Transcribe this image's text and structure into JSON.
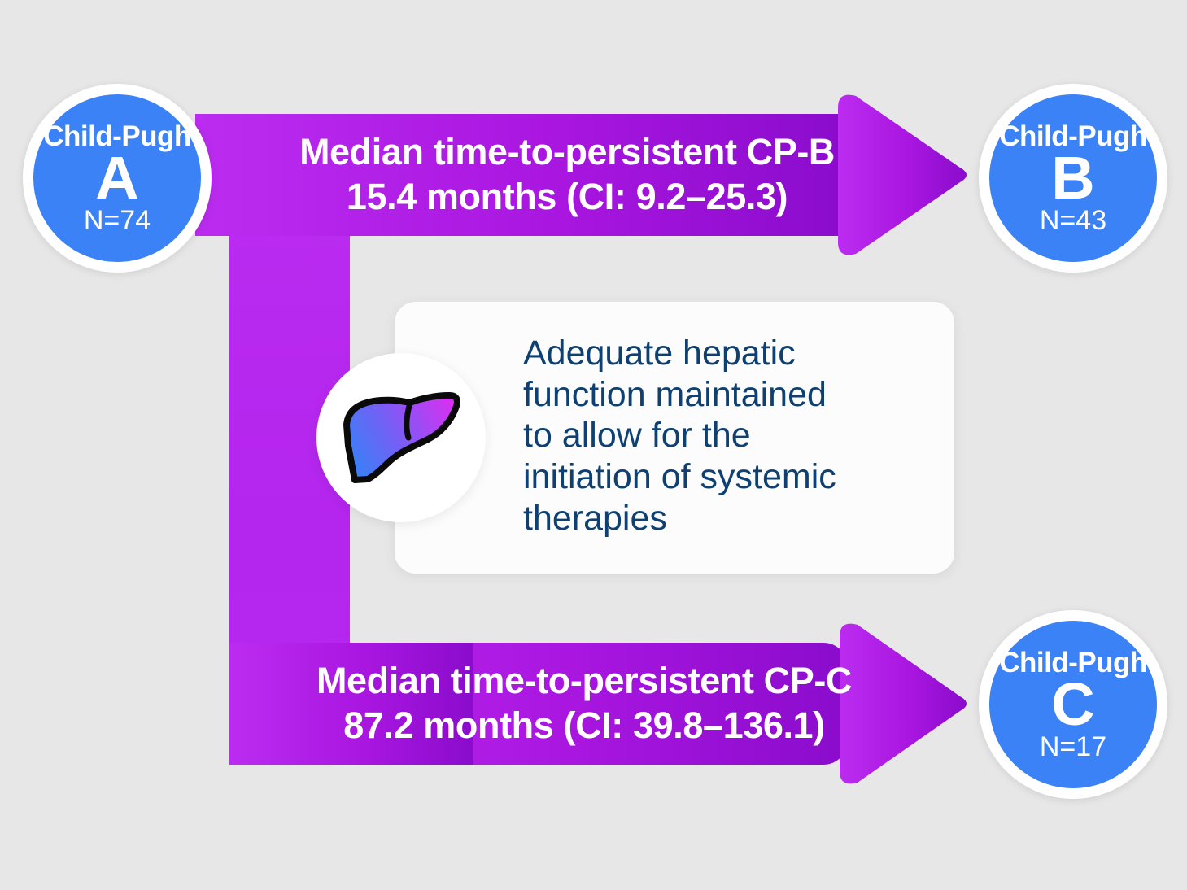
{
  "background_color": "#e7e7e7",
  "palette": {
    "circle_blue": "#3b82f6",
    "arrow_gradient_start": "#bb2cf0",
    "arrow_gradient_end": "#8a0ccc",
    "card_background": "#fcfcfc",
    "card_text": "#0e4072",
    "white": "#ffffff",
    "liver_gradient_start": "#3d7ef7",
    "liver_gradient_end": "#d830f2"
  },
  "nodes": {
    "source": {
      "title": "Child-Pugh",
      "grade": "A",
      "n": "N=74"
    },
    "target_b": {
      "title": "Child-Pugh",
      "grade": "B",
      "n": "N=43"
    },
    "target_c": {
      "title": "Child-Pugh",
      "grade": "C",
      "n": "N=17"
    }
  },
  "arrows": {
    "to_b": {
      "line1": "Median time-to-persistent CP-B",
      "line2": "15.4 months (CI: 9.2–25.3)",
      "metric": "Median time-to-persistent CP-B",
      "median_months": 15.4,
      "ci_low": 9.2,
      "ci_high": 25.3
    },
    "to_c": {
      "line1": "Median time-to-persistent CP-C",
      "line2": "87.2 months (CI: 39.8–136.1)",
      "metric": "Median time-to-persistent CP-C",
      "median_months": 87.2,
      "ci_low": 39.8,
      "ci_high": 136.1
    }
  },
  "card": {
    "text": "Adequate hepatic\nfunction maintained\nto allow for the\ninitiation of systemic\ntherapies",
    "icon": "liver-icon"
  }
}
